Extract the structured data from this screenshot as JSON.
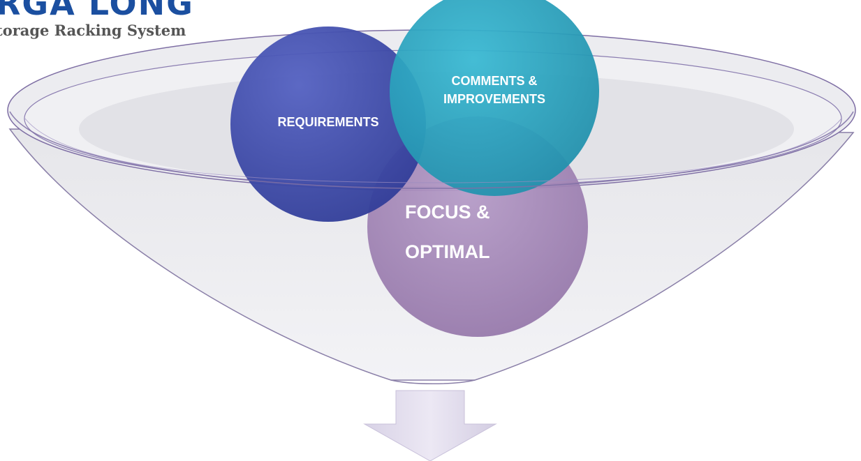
{
  "logo": {
    "wordmark": "RGA LONG",
    "tagline": "torage Racking System"
  },
  "diagram": {
    "requirements_label": "REQUIREMENTS",
    "comments_line1": "COMMENTS &",
    "comments_line2": "IMPROVEMENTS",
    "focus_line1": "FOCUS &",
    "focus_line2": "OPTIMAL"
  },
  "colors": {
    "logo": "#1b4fa0",
    "requirements": "#3a4aa8",
    "comments": "#2aa3bf",
    "focus": "#9a7ab0"
  },
  "icons": [
    "funnel",
    "down-arrow"
  ]
}
